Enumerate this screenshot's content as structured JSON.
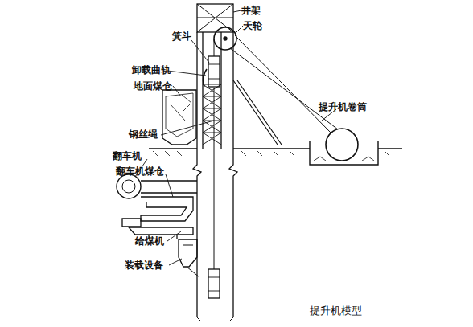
{
  "diagram": {
    "caption": "提升机模型",
    "labels": [
      "井架",
      "天轮",
      "箕斗",
      "卸载曲轨",
      "地面煤仓",
      "提升机卷筒",
      "钢丝绳",
      "翻车机",
      "翻车机煤仓",
      "给煤机",
      "装载设备"
    ]
  }
}
